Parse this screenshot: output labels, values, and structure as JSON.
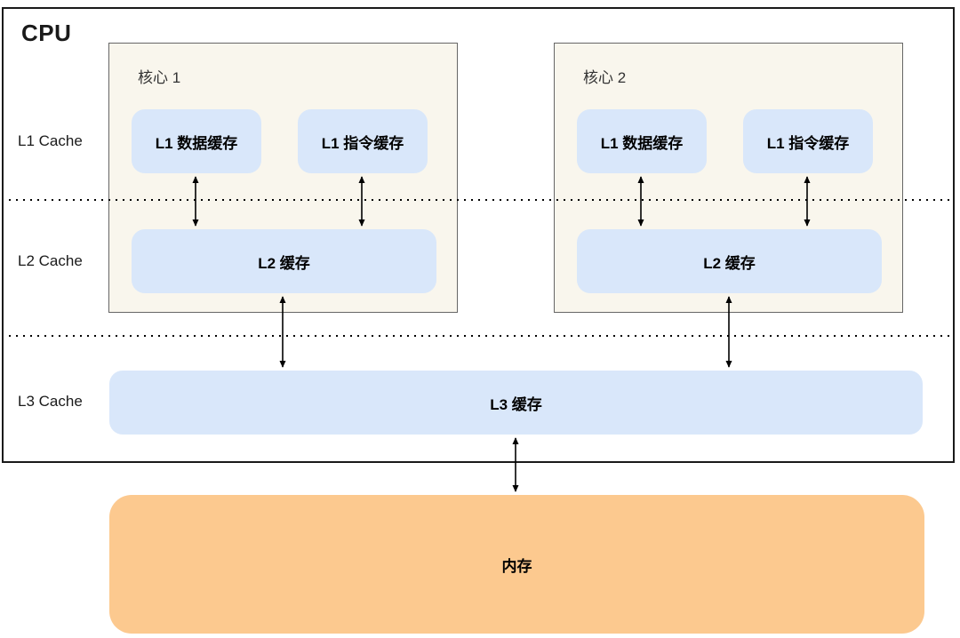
{
  "cpu": {
    "title": "CPU"
  },
  "cache_levels": [
    {
      "label": "L1 Cache"
    },
    {
      "label": "L2 Cache"
    },
    {
      "label": "L3 Cache"
    }
  ],
  "cores": [
    {
      "label": "核心 1",
      "l1_data_label": "L1 数据缓存",
      "l1_instruction_label": "L1 指令缓存",
      "l2_label": "L2 缓存"
    },
    {
      "label": "核心 2",
      "l1_data_label": "L1 数据缓存",
      "l1_instruction_label": "L1 指令缓存",
      "l2_label": "L2 缓存"
    }
  ],
  "l3": {
    "label": "L3 缓存"
  },
  "memory": {
    "label": "内存"
  },
  "colors": {
    "cache_blue": "#d9e7fa",
    "core_bg": "#f9f6ed",
    "core_border": "#666666",
    "memory_orange": "#fcc98f",
    "outline_black": "#1a1a1a"
  }
}
